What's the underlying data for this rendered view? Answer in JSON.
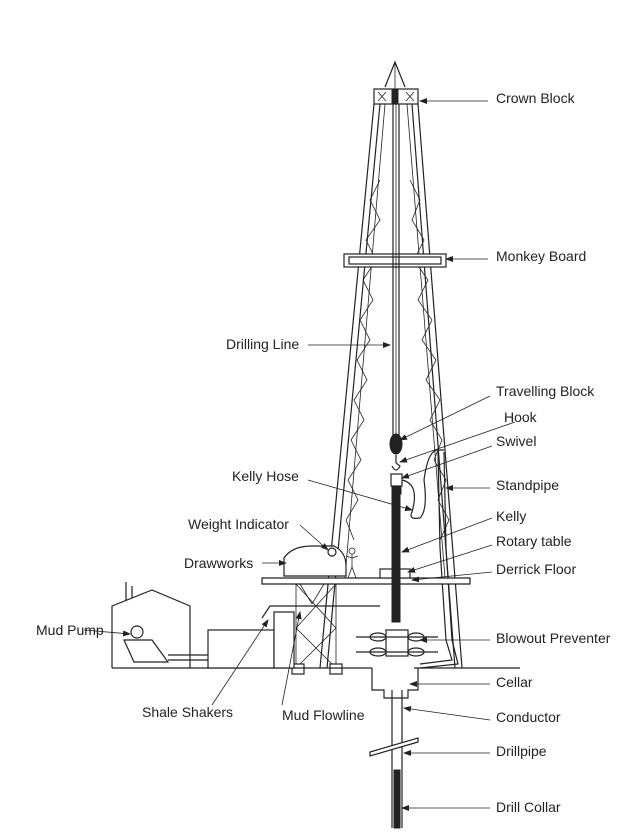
{
  "labels": {
    "crown_block": "Crown Block",
    "monkey_board": "Monkey Board",
    "drilling_line": "Drilling Line",
    "travelling_block": "Travelling Block",
    "hook": "Hook",
    "swivel": "Swivel",
    "kelly_hose": "Kelly Hose",
    "standpipe": "Standpipe",
    "weight_indicator": "Weight Indicator",
    "kelly": "Kelly",
    "drawworks": "Drawworks",
    "rotary_table": "Rotary table",
    "derrick_floor": "Derrick Floor",
    "mud_pump": "Mud Pump",
    "blowout_preventer": "Blowout Preventer",
    "cellar": "Cellar",
    "shale_shakers": "Shale Shakers",
    "mud_flowline": "Mud Flowline",
    "conductor": "Conductor",
    "drillpipe": "Drillpipe",
    "drill_collar": "Drill Collar"
  }
}
